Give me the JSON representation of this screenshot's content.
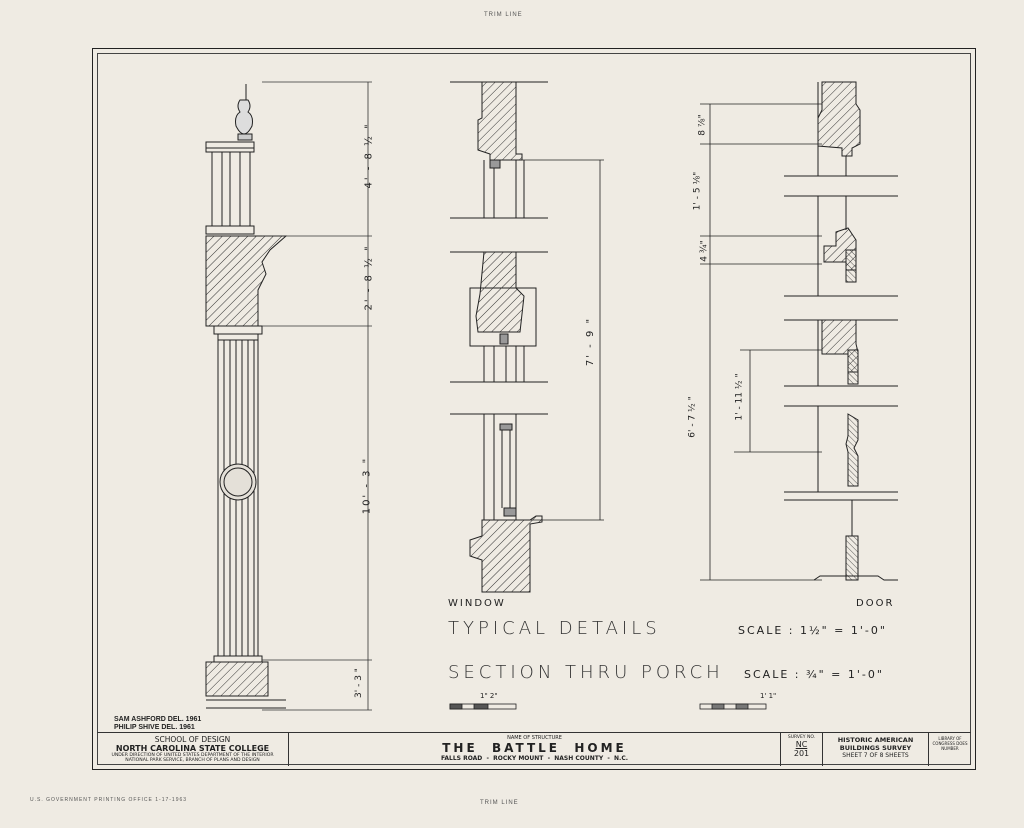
{
  "trim": {
    "top": "TRIM LINE",
    "bottom": "TRIM LINE"
  },
  "printer_note": "U.S. GOVERNMENT PRINTING OFFICE 1-17-1963",
  "dimensions": {
    "col_top": "4' - 8 ½ \"",
    "col_entab": "2' - 8 ½ \"",
    "col_shaft": "10' - 3 \"",
    "col_base": "3' - 3 \"",
    "win_total": "7' - 9 \"",
    "door_a": "8 ⅞\"",
    "door_b": "1' - 5 ⅛\"",
    "door_c": "4 ¾\"",
    "door_d": "6' - 7 ½ \"",
    "door_e": "1' - 11 ½ \""
  },
  "labels": {
    "window": "WINDOW",
    "door": "DOOR",
    "typical": "TYPICAL DETAILS",
    "typical_scale": "SCALE : 1½\" = 1'-0\"",
    "section": "SECTION THRU PORCH",
    "section_scale": "SCALE : ¾\" = 1'-0\"",
    "scale_bar_a": "1\"    2\"",
    "scale_bar_b": "1' 1\""
  },
  "delineators": [
    "SAM ASHFORD DEL. 1961",
    "PHILIP SHIVE DEL. 1961"
  ],
  "title_block": {
    "school": "SCHOOL OF DESIGN",
    "college": "NORTH CAROLINA STATE COLLEGE",
    "direction1": "UNDER DIRECTION OF UNITED STATES DEPARTMENT OF THE INTERIOR",
    "direction2": "NATIONAL PARK SERVICE, BRANCH OF PLANS AND DESIGN",
    "name_label": "NAME OF STRUCTURE",
    "name": "THE  BATTLE  HOME",
    "location": "FALLS ROAD  -  ROCKY MOUNT  -  NASH COUNTY  -  N.C.",
    "survey_label": "SURVEY NO.",
    "survey_state": "NC",
    "survey_no": "201",
    "habs1": "HISTORIC AMERICAN",
    "habs2": "BUILDINGS SURVEY",
    "sheet": "SHEET 7 OF 8 SHEETS",
    "library": "LIBRARY OF CONGRESS DOES NUMBER"
  }
}
